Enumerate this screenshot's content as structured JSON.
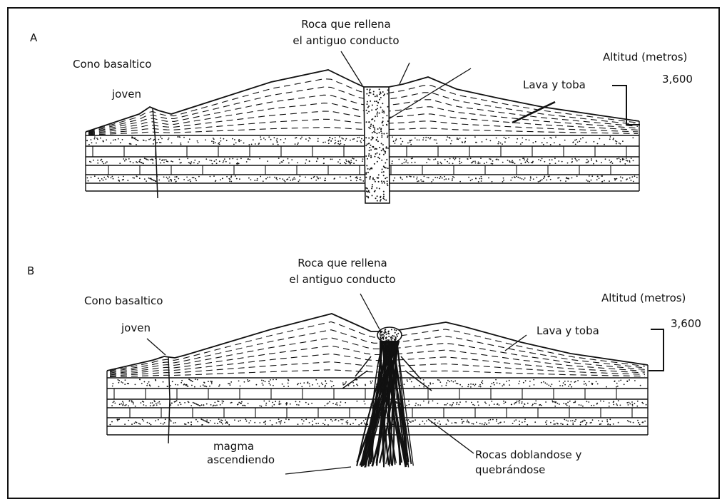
{
  "panels": [
    {
      "letter": "A",
      "labels": {
        "conduit_line1": "Roca que rellena",
        "conduit_line2": "el antiguo conducto",
        "cone": "Cono basaltico",
        "young": "joven",
        "altitude": "Altitud (metros)",
        "lava": "Lava y toba",
        "height": "3,600"
      }
    },
    {
      "letter": "B",
      "labels": {
        "conduit_line1": "Roca que rellena",
        "conduit_line2": "el antiguo conducto",
        "cone": "Cono basaltico",
        "young": "joven",
        "altitude": "Altitud (metros)",
        "lava": "Lava y toba",
        "height": "3,600",
        "magma_line1": "magma",
        "magma_line2": "ascendiendo",
        "rocks_line1": "Rocas doblandose y",
        "rocks_line2": "quebrándose"
      }
    }
  ],
  "colors": {
    "ink": "#111111",
    "paper": "#ffffff"
  }
}
